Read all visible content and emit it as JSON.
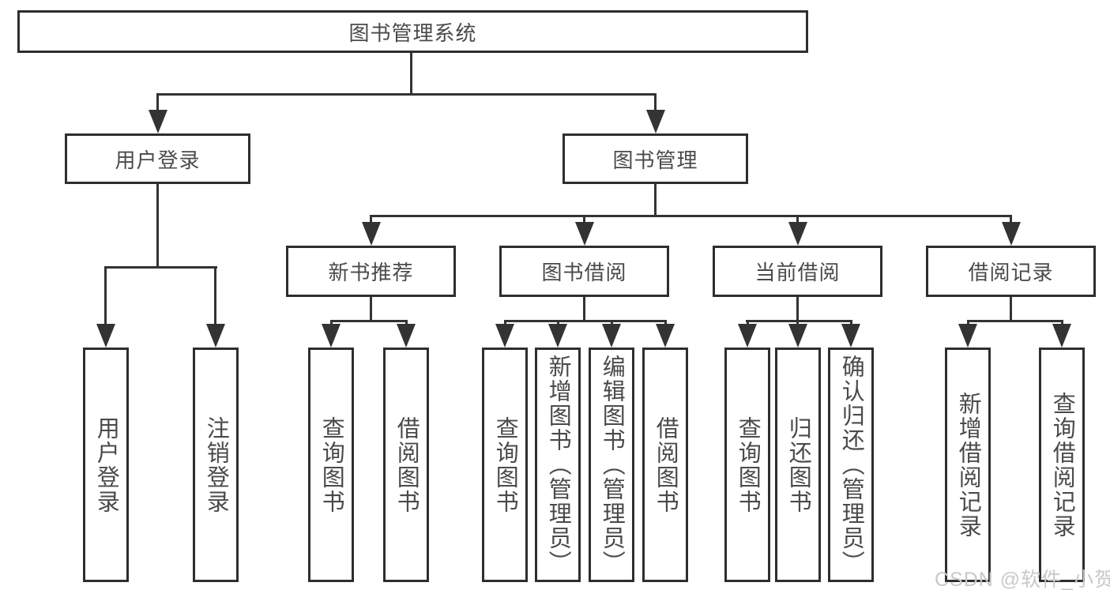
{
  "title": "图书管理系统",
  "level2": {
    "user_login": "用户登录",
    "book_management": "图书管理"
  },
  "level3": {
    "new_book_recommend": "新书推荐",
    "book_borrow": "图书借阅",
    "current_borrow": "当前借阅",
    "borrow_record": "借阅记录"
  },
  "leaves": {
    "user_login": [
      "用户登录",
      "注销登录"
    ],
    "new_book_recommend": [
      "查询图书",
      "借阅图书"
    ],
    "book_borrow": [
      "查询图书",
      "新增图书（管理员）",
      "编辑图书（管理员）",
      "借阅图书"
    ],
    "current_borrow": [
      "查询图书",
      "归还图书",
      "确认归还（管理员）"
    ],
    "borrow_record": [
      "新增借阅记录",
      "查询借阅记录"
    ]
  },
  "watermark": "CSDN @软件_小贺同学",
  "colors": {
    "background": "#ffffff",
    "line": "#333333",
    "box_border": "#2e2e2e",
    "text": "#4a4a4a",
    "watermark": "#c9c9c9"
  }
}
